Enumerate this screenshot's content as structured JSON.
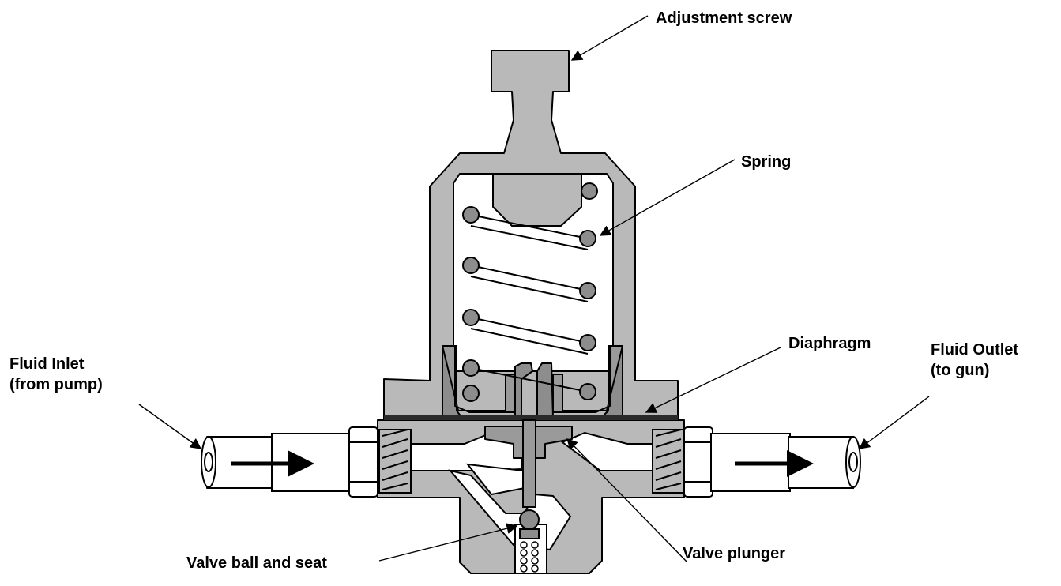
{
  "labels": {
    "adjustment_screw": "Adjustment screw",
    "spring": "Spring",
    "diaphragm": "Diaphragm",
    "fluid_inlet_line1": "Fluid Inlet",
    "fluid_inlet_line2": "(from pump)",
    "fluid_outlet_line1": "Fluid Outlet",
    "fluid_outlet_line2": "(to gun)",
    "valve_ball_and_seat": "Valve ball and seat",
    "valve_plunger": "Valve plunger"
  },
  "colors": {
    "body_fill": "#b9b9b9",
    "part_fill": "#8d8d8d",
    "line": "#000000",
    "background": "#ffffff"
  }
}
